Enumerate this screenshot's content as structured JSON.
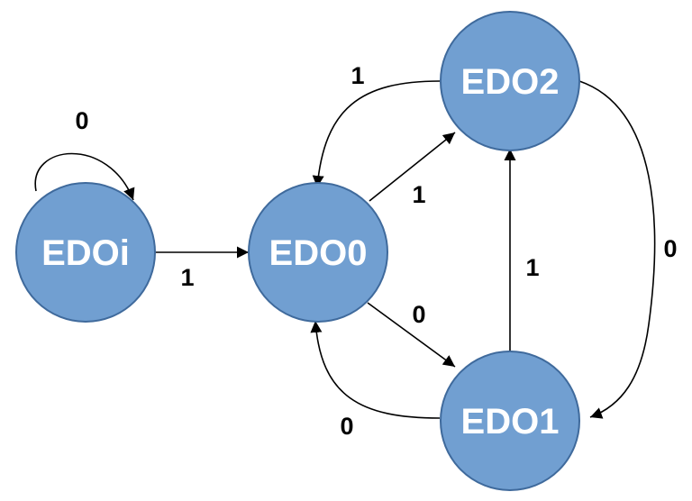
{
  "diagram": {
    "type": "state-machine",
    "colors": {
      "node_fill": "#719fd1",
      "node_stroke": "#3f6a9c",
      "edge": "#000000",
      "label_text": "#ffffff"
    },
    "states": [
      {
        "id": "EDOi",
        "label": "EDOi"
      },
      {
        "id": "EDO0",
        "label": "EDO0"
      },
      {
        "id": "EDO2",
        "label": "EDO2"
      },
      {
        "id": "EDO1",
        "label": "EDO1"
      }
    ],
    "transitions": [
      {
        "from": "EDOi",
        "to": "EDOi",
        "label": "0"
      },
      {
        "from": "EDOi",
        "to": "EDO0",
        "label": "1"
      },
      {
        "from": "EDO2",
        "to": "EDO0",
        "label": "1"
      },
      {
        "from": "EDO0",
        "to": "EDO2",
        "label": "1"
      },
      {
        "from": "EDO0",
        "to": "EDO1",
        "label": "0"
      },
      {
        "from": "EDO1",
        "to": "EDO2",
        "label": "1"
      },
      {
        "from": "EDO2",
        "to": "EDO1",
        "label": "0"
      },
      {
        "from": "EDO1",
        "to": "EDO0",
        "label": "0"
      }
    ]
  }
}
